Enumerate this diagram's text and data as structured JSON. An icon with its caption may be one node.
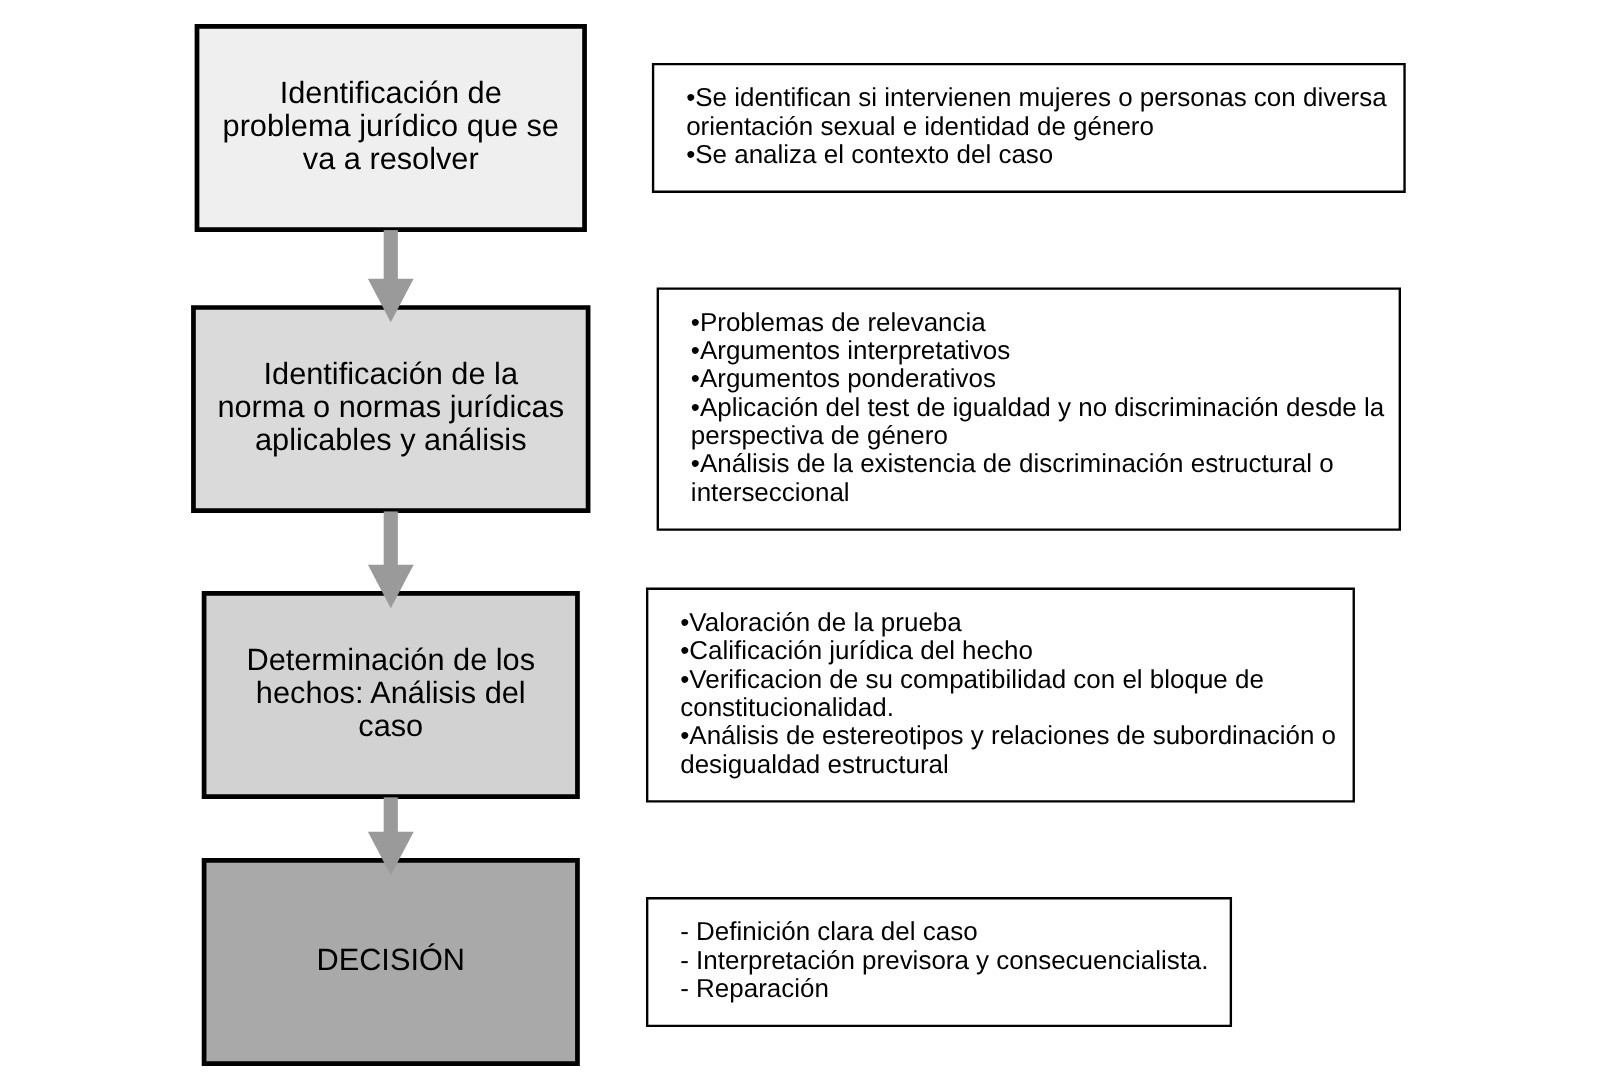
{
  "diagram": {
    "nodes": [
      {
        "text": [
          "Identificación de problema jurídico que se va a resolver"
        ]
      },
      {
        "text": [
          "•Se identifican si intervienen mujeres o personas con diversa orientación sexual e identidad de género",
          "•Se analiza el contexto del caso"
        ]
      },
      {
        "text": [
          "Identificación de la norma o normas jurídicas aplicables y análisis"
        ]
      },
      {
        "text": [
          "•Problemas de relevancia",
          "•Argumentos interpretativos",
          "•Argumentos ponderativos",
          "•Aplicación del test de igualdad y no discriminación desde la perspectiva de género",
          "•Análisis de la existencia de discriminación estructural o interseccional"
        ]
      },
      {
        "text": [
          "Determinación de los hechos: Análisis del caso"
        ]
      },
      {
        "text": [
          "•Valoración de la prueba",
          "•Calificación jurídica del hecho",
          "•Verificacion de su compatibilidad con el bloque de constitucionalidad.",
          "•Análisis de estereotipos y relaciones de subordinación o desigualdad estructural"
        ]
      },
      {
        "text": [
          "DECISIÓN"
        ]
      },
      {
        "text": [
          "- Definición clara del caso",
          "- Interpretación previsora y consecuencialista.",
          "- Reparación"
        ]
      }
    ],
    "edges": [
      {
        "from": 0,
        "to": 2,
        "arrow": "to"
      },
      {
        "from": 2,
        "to": 4,
        "arrow": "to"
      },
      {
        "from": 4,
        "to": 6,
        "arrow": "to"
      }
    ]
  }
}
